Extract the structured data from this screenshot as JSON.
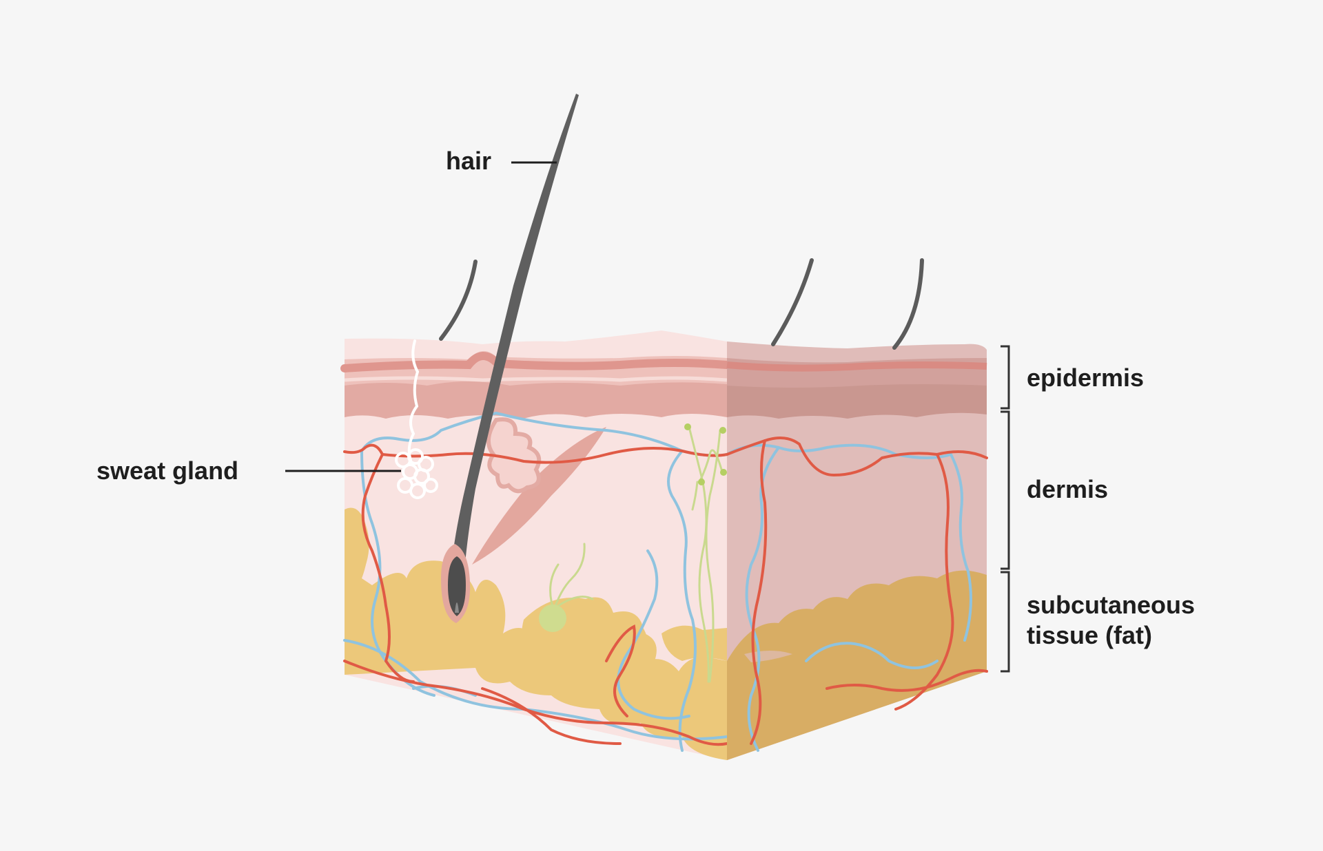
{
  "diagram": {
    "labels": {
      "hair": "hair",
      "sweat_gland": "sweat gland",
      "epidermis": "epidermis",
      "dermis": "dermis",
      "subcutaneous_line1": "subcutaneous",
      "subcutaneous_line2": "tissue (fat)"
    },
    "colors": {
      "background": "#f6f6f6",
      "dermis_front": "#f9e3e1",
      "dermis_side": "#e0bcb9",
      "epidermis_band": "#e6b1aa",
      "epidermis_line": "#df968e",
      "fat_front": "#ecc87a",
      "fat_side": "#d8ad64",
      "hair": "#5b5b5b",
      "artery": "#e05a45",
      "vein": "#8fc3df",
      "nerve": "#c9d98e"
    }
  }
}
